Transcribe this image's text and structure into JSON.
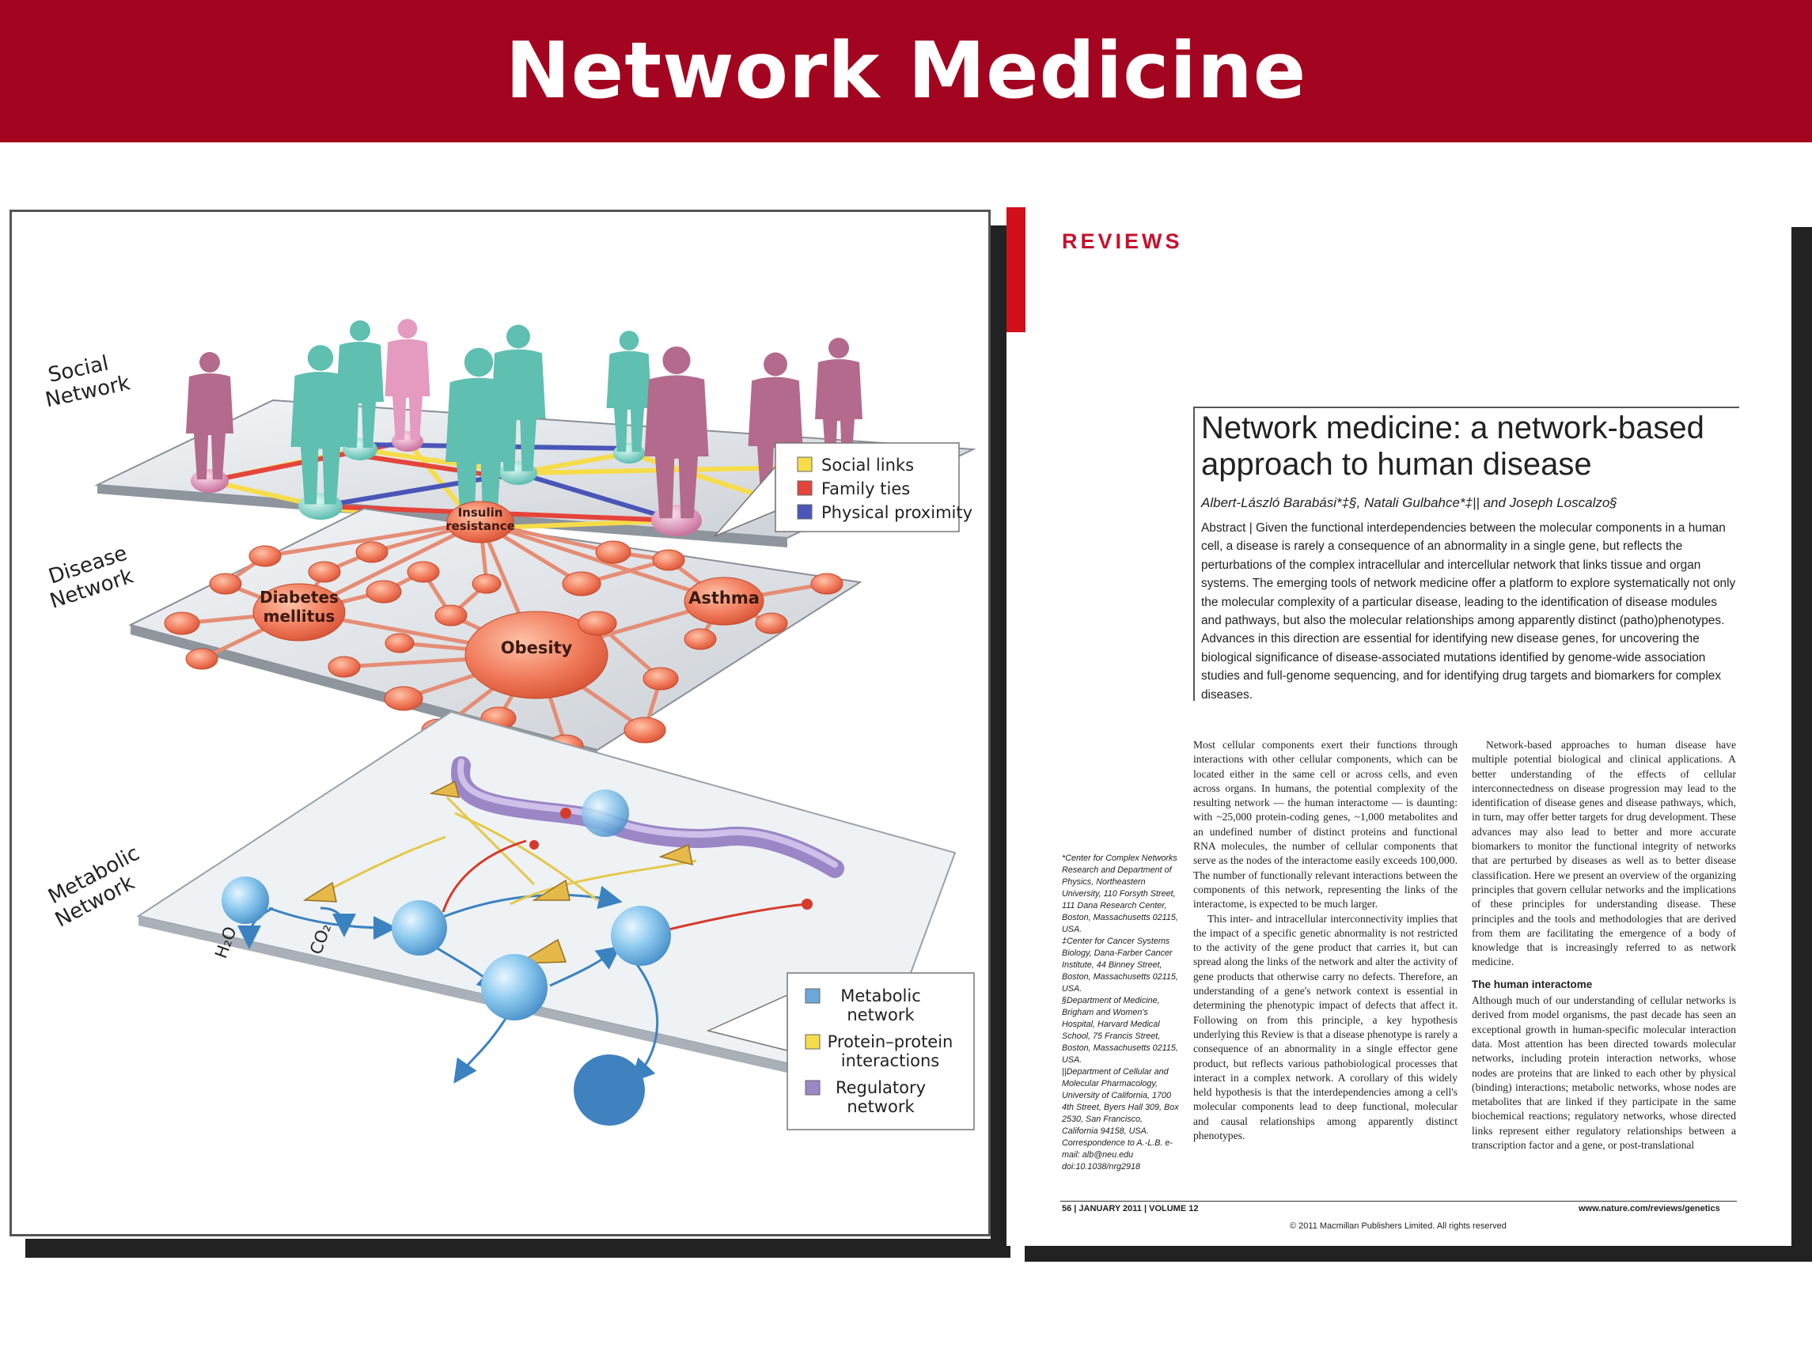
{
  "slide": {
    "title": "Network Medicine"
  },
  "figure": {
    "layers": {
      "social": [
        "Social",
        "Network"
      ],
      "disease": [
        "Disease",
        "Network"
      ],
      "metabolic": [
        "Metabolic",
        "Network"
      ]
    },
    "disease_nodes": {
      "insulin": [
        "Insulin",
        "resistance"
      ],
      "diabetes": [
        "Diabetes",
        "mellitus"
      ],
      "asthma": "Asthma",
      "obesity": "Obesity"
    },
    "metabolites": {
      "h2o": "H₂O",
      "co2": "CO₂"
    },
    "social_legend": [
      {
        "label": "Social links",
        "color": "#f7dc4a"
      },
      {
        "label": "Family ties",
        "color": "#e5443a"
      },
      {
        "label": "Physical proximity",
        "color": "#4a55b8"
      }
    ],
    "metabolic_legend": [
      {
        "lines": [
          "Metabolic",
          "network"
        ],
        "color": "#6aa8d8"
      },
      {
        "lines": [
          "Protein–protein",
          "interactions"
        ],
        "color": "#f7dc4a"
      },
      {
        "lines": [
          "Regulatory",
          "network"
        ],
        "color": "#9b86c6"
      }
    ],
    "colors": {
      "person_teal": "#5fbfb0",
      "person_pink": "#b36a8c",
      "disease_node": "#f0775a",
      "metabolite": "#7cc0e8"
    }
  },
  "paper": {
    "section": "REVIEWS",
    "title": [
      "Network medicine: a network-based",
      "approach to human disease"
    ],
    "authors": "Albert-László Barabási*‡§, Natali Gulbahce*‡|| and Joseph Loscalzo§",
    "abstract": "Abstract | Given the functional interdependencies between the molecular components in a human cell, a disease is rarely a consequence of an abnormality in a single gene, but reflects the perturbations of the complex intracellular and intercellular network that links tissue and organ systems. The emerging tools of network medicine offer a platform to explore systematically not only the molecular complexity of a particular disease, leading to the identification of disease modules and pathways, but also the molecular relationships among apparently distinct (patho)phenotypes. Advances in this direction are essential for identifying new disease genes, for uncovering the biological significance of disease-associated mutations identified by genome-wide association studies and full-genome sequencing, and for identifying drug targets and biomarkers for complex diseases.",
    "col1_p1": "Most cellular components exert their functions through interactions with other cellular components, which can be located either in the same cell or across cells, and even across organs. In humans, the potential complexity of the resulting network — the human interactome — is daunting: with ~25,000 protein-coding genes, ~1,000 metabolites and an undefined number of distinct proteins and functional RNA molecules, the number of cellular components that serve as the nodes of the interactome easily exceeds 100,000. The number of functionally relevant interactions between the components of this network, representing the links of the interactome, is expected to be much larger.",
    "col1_p2": "This inter- and intracellular interconnectivity implies that the impact of a specific genetic abnormality is not restricted to the activity of the gene product that carries it, but can spread along the links of the network and alter the activity of gene products that otherwise carry no defects. Therefore, an understanding of a gene's network context is essential in determining the phenotypic impact of defects that affect it. Following on from this principle, a key hypothesis underlying this Review is that a disease phenotype is rarely a consequence of an abnormality in a single effector gene product, but reflects various pathobiological processes that interact in a complex network. A corollary of this widely held hypothesis is that the interdependencies among a cell's molecular components lead to deep functional, molecular and causal relationships among apparently distinct phenotypes.",
    "col2_p1": "Network-based approaches to human disease have multiple potential biological and clinical applications. A better understanding of the effects of cellular interconnectedness on disease progression may lead to the identification of disease genes and disease pathways, which, in turn, may offer better targets for drug development. These advances may also lead to better and more accurate biomarkers to monitor the functional integrity of networks that are perturbed by diseases as well as to better disease classification. Here we present an overview of the organizing principles that govern cellular networks and the implications of these principles for understanding disease. These principles and the tools and methodologies that are derived from them are facilitating the emergence of a body of knowledge that is increasingly referred to as network medicine.",
    "col2_heading": "The human interactome",
    "col2_p2": "Although much of our understanding of cellular networks is derived from model organisms, the past decade has seen an exceptional growth in human-specific molecular interaction data. Most attention has been directed towards molecular networks, including protein interaction networks, whose nodes are proteins that are linked to each other by physical (binding) interactions; metabolic networks, whose nodes are metabolites that are linked if they participate in the same biochemical reactions; regulatory networks, whose directed links represent either regulatory relationships between a transcription factor and a gene, or post-translational",
    "affiliations": [
      "*Center for Complex Networks Research and Department of Physics, Northeastern University, 110 Forsyth Street, 111 Dana Research Center, Boston, Massachusetts 02115, USA.",
      "‡Center for Cancer Systems Biology, Dana-Farber Cancer Institute, 44 Binney Street, Boston, Massachusetts 02115, USA.",
      "§Department of Medicine, Brigham and Women's Hospital, Harvard Medical School, 75 Francis Street, Boston, Massachusetts 02115, USA.",
      "||Department of Cellular and Molecular Pharmacology, University of California, 1700 4th Street, Byers Hall 309, Box 2530, San Francisco, California 94158, USA.",
      "Correspondence to A.-L.B. e-mail: alb@neu.edu",
      "doi:10.1038/nrg2918"
    ],
    "footer_left": "56 | JANUARY 2011 | VOLUME 12",
    "footer_right": "www.nature.com/reviews/genetics",
    "copyright": "© 2011 Macmillan Publishers Limited. All rights reserved"
  }
}
